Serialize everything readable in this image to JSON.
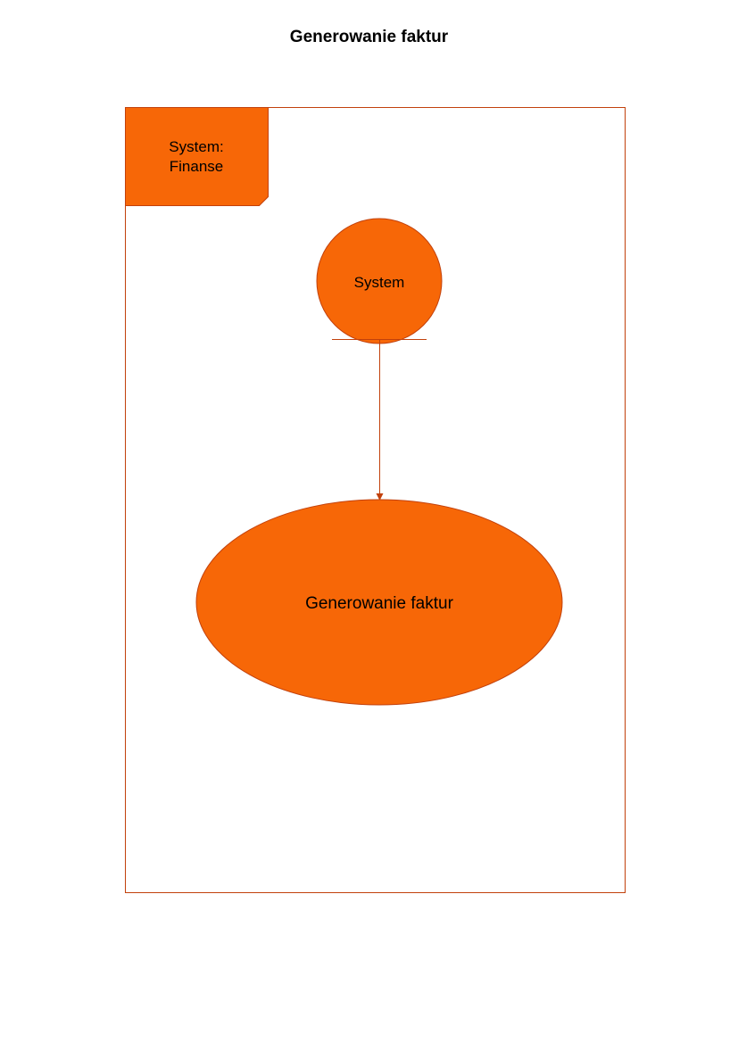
{
  "title": "Generowanie faktur",
  "colors": {
    "fill": "#f76707",
    "stroke": "#c2410c",
    "text": "#000000"
  },
  "frame": {
    "label_line1": "System:",
    "label_line2": "Finanse"
  },
  "actor": {
    "label": "System"
  },
  "use_case": {
    "label": "Generowanie faktur"
  }
}
